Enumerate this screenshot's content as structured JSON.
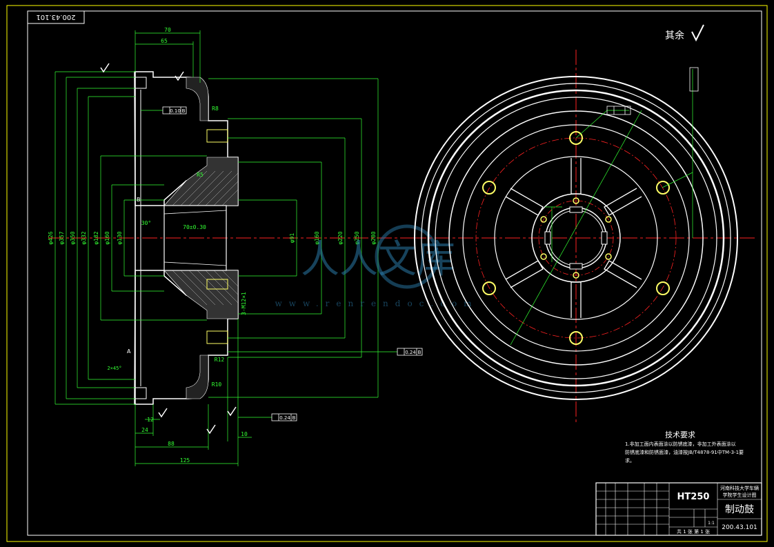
{
  "drawing": {
    "code_rotated": "200.43.101",
    "surface_note": "其余",
    "tech_title": "技术要求",
    "tech_line1": "1.非加工面内表面涂以防锈底漆，非加工外表面涂以",
    "tech_line2": "防锈底漆和防锈面漆，油漆按JB/T4878-91中TM-3-1要",
    "tech_line3": "求。",
    "watermark_main": "人人文库",
    "watermark_url": "www.renrendoc.com",
    "section_labels": {
      "a": "A",
      "b": "B"
    }
  },
  "dimensions": {
    "top_70": "70",
    "top_65": "65",
    "phi426": "φ426",
    "phi357": "φ357",
    "phi350": "φ350",
    "phi332": "φ332",
    "phi182": "φ182",
    "phi160": "φ160",
    "phi130": "φ130",
    "phi160b": "φ160",
    "phi220": "φ220",
    "phi250": "φ250",
    "phi280": "φ280",
    "phi91": "φ91",
    "bore": "70±0.30",
    "thread": "3-M12×1",
    "bottom_24": "24",
    "bottom_12": "12",
    "bottom_88": "88",
    "bottom_125": "125",
    "bottom_10": "10",
    "angle_30": "30°",
    "tol_1": "0.10",
    "tol_2": "0.24",
    "tol_3": "0.24",
    "tol_ref": "B",
    "r8": "R8",
    "r10": "R10",
    "r12": "R12",
    "r5": "R5",
    "ch2": "2×45°",
    "label_a": "A",
    "label_b": "B"
  },
  "title_block": {
    "material": "HT250",
    "school_line1": "河南科技大学车辆",
    "school_line2": "学院学生设计图",
    "part_name": "制动鼓",
    "drawing_number": "200.43.101",
    "sheet_info": "共 1 张  第 1 张",
    "scale": "1:1"
  },
  "colors": {
    "outline": "#ffffff",
    "dimension": "#33ff33",
    "centerline": "#ff2222",
    "hatch": "#ffffff",
    "holes": "#ffff66",
    "frame": "#ffff00"
  }
}
